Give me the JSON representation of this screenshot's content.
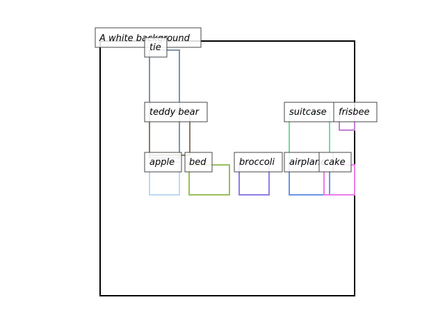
{
  "canvas_label": "A white background",
  "boxes": [
    {
      "id": "tie",
      "label": "tie",
      "color": "#7f93a8"
    },
    {
      "id": "teddy-bear",
      "label": "teddy bear",
      "color": "#8a7a66"
    },
    {
      "id": "apple",
      "label": "apple",
      "color": "#bcd8f5"
    },
    {
      "id": "bed",
      "label": "bed",
      "color": "#98bf5a"
    },
    {
      "id": "broccoli",
      "label": "broccoli",
      "color": "#8c7ee6"
    },
    {
      "id": "suitcase",
      "label": "suitcase",
      "color": "#6fdd9e"
    },
    {
      "id": "airplane",
      "label": "airplane",
      "color": "#6a94e4"
    },
    {
      "id": "frisbee",
      "label": "frisbee",
      "color": "#c27fd6"
    },
    {
      "id": "cake",
      "label": "cake",
      "color": "#ec7ee9"
    }
  ]
}
